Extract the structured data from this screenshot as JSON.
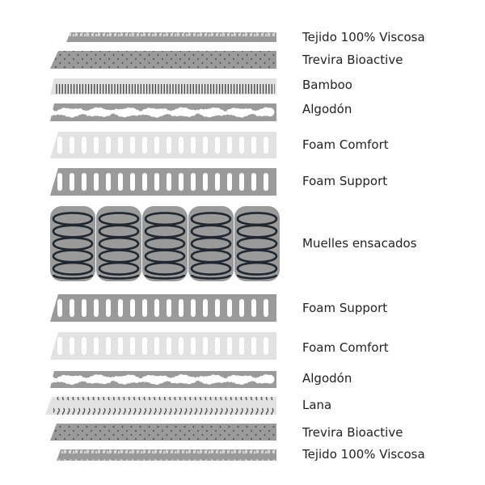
{
  "layers": [
    {
      "label": "Tejido 100% Viscosa",
      "icon": "viscose-fabric-layer-icon"
    },
    {
      "label": "Trevira Bioactive",
      "icon": "trevira-layer-icon"
    },
    {
      "label": "Bamboo",
      "icon": "bamboo-layer-icon"
    },
    {
      "label": "Algodón",
      "icon": "cotton-layer-icon"
    },
    {
      "label": "Foam Comfort",
      "icon": "foam-comfort-layer-icon"
    },
    {
      "label": "Foam Support",
      "icon": "foam-support-layer-icon"
    },
    {
      "label": "Muelles ensacados",
      "icon": "pocket-springs-layer-icon"
    },
    {
      "label": "Foam Support",
      "icon": "foam-support-layer-icon"
    },
    {
      "label": "Foam Comfort",
      "icon": "foam-comfort-layer-icon"
    },
    {
      "label": "Algodón",
      "icon": "cotton-layer-icon"
    },
    {
      "label": "Lana",
      "icon": "wool-layer-icon"
    },
    {
      "label": "Trevira Bioactive",
      "icon": "trevira-layer-icon"
    },
    {
      "label": "Tejido 100% Viscosa",
      "icon": "viscose-fabric-layer-icon"
    }
  ],
  "colors": {
    "dark": "#9a9a9a",
    "light": "#e2e2e2",
    "ink": "#1f2830"
  }
}
